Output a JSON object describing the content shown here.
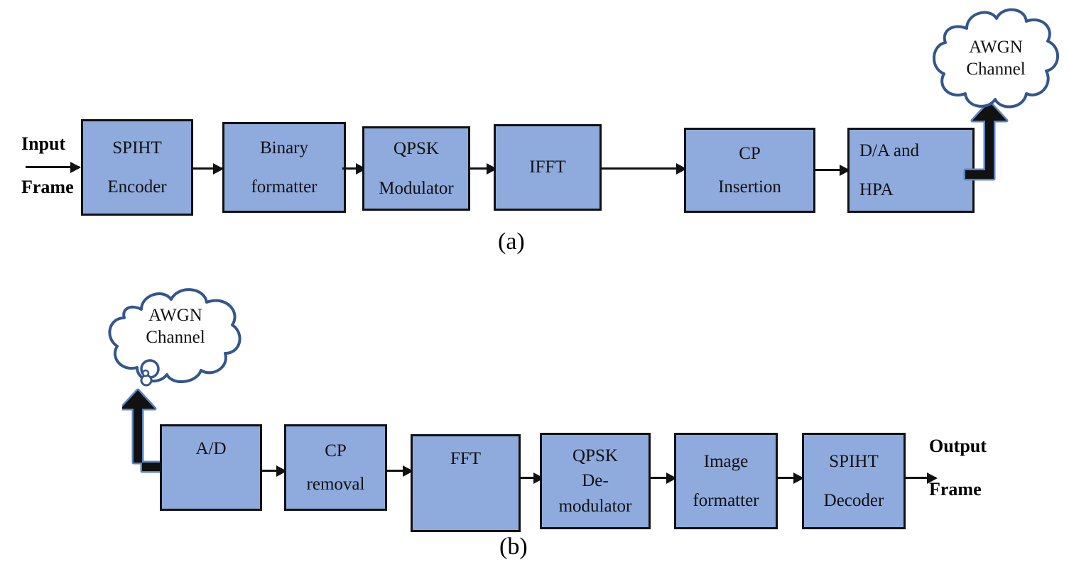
{
  "figure": {
    "type": "block-diagram",
    "description": "SPIHT image transmission over OFDM: (a) transmitter chain, (b) receiver chain",
    "captions": [
      {
        "id": "caption-a",
        "text": "(a)"
      },
      {
        "id": "caption-b",
        "text": "(b)"
      }
    ],
    "colors": {
      "block_fill": "#8FAADC",
      "block_border": "#111111",
      "cloud_outline": "#33568C",
      "cloud_fill": "#FFFFFF",
      "arrow": "#111111",
      "thick_arrow_shadow": "#5C85C6"
    }
  },
  "transmitter": {
    "input_label": {
      "line1": "Input",
      "line2": "Frame"
    },
    "blocks": [
      {
        "id": "spiht-encoder",
        "line1": "SPIHT",
        "line2": "Encoder"
      },
      {
        "id": "binary-formatter",
        "line1": "Binary",
        "line2": "formatter"
      },
      {
        "id": "qpsk-modulator",
        "line1": "QPSK",
        "line2": "Modulator"
      },
      {
        "id": "ifft",
        "line1": "IFFT",
        "line2": ""
      },
      {
        "id": "cp-insertion",
        "line1": "CP",
        "line2": "Insertion"
      },
      {
        "id": "da-hpa",
        "line1": "D/A and",
        "line2": "HPA"
      }
    ],
    "channel": {
      "line1": "AWGN",
      "line2": "Channel"
    }
  },
  "receiver": {
    "channel": {
      "line1": "AWGN",
      "line2": "Channel"
    },
    "blocks": [
      {
        "id": "ad",
        "line1": "A/D",
        "line2": "",
        "line3": ""
      },
      {
        "id": "cp-removal",
        "line1": "CP",
        "line2": "removal",
        "line3": ""
      },
      {
        "id": "fft",
        "line1": "FFT",
        "line2": "",
        "line3": ""
      },
      {
        "id": "qpsk-demodulator",
        "line1": "QPSK",
        "line2": "De-",
        "line3": "modulator"
      },
      {
        "id": "image-formatter",
        "line1": "Image",
        "line2": "formatter",
        "line3": ""
      },
      {
        "id": "spiht-decoder",
        "line1": "SPIHT",
        "line2": "Decoder",
        "line3": ""
      }
    ],
    "output_label": {
      "line1": "Output",
      "line2": "Frame"
    }
  }
}
